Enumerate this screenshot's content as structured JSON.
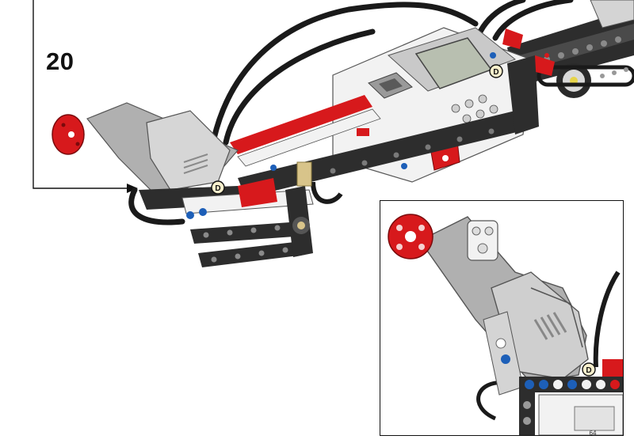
{
  "step": {
    "number": "20"
  },
  "callouts": {
    "main_connector": "D",
    "rear_connector": "D",
    "inset_connector": "D"
  },
  "inset": {
    "part_label": "64"
  },
  "colors": {
    "beam_dark": "#2d2d2d",
    "brick_gray": "#a8a8a8",
    "brick_light": "#d4d4d4",
    "white_part": "#f2f2f2",
    "accent_red": "#d7191c",
    "pin_blue": "#1d5fb8",
    "badge_fill": "#f7efcc"
  },
  "icons": {
    "step_arrow": "arrow-right-icon",
    "callout": "connector-callout-icon"
  }
}
